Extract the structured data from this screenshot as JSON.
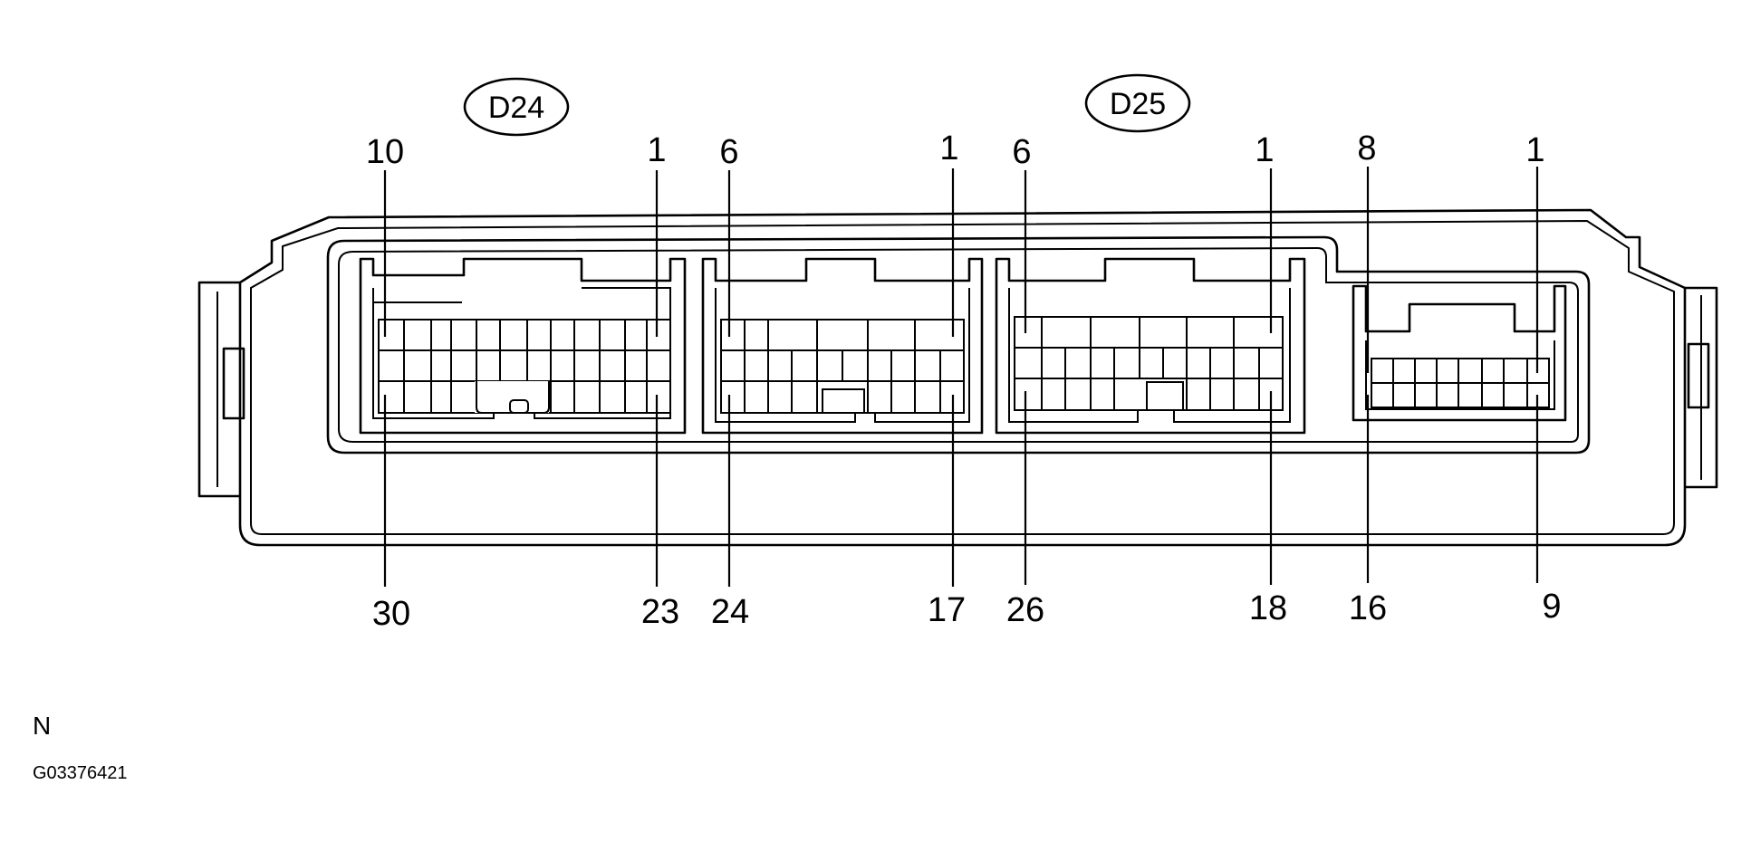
{
  "connectors": [
    {
      "tag": "D24"
    },
    {
      "tag": "D25"
    }
  ],
  "pin_labels": {
    "top": [
      "10",
      "1",
      "6",
      "1",
      "6",
      "1",
      "8",
      "1"
    ],
    "bottom": [
      "30",
      "23",
      "24",
      "17",
      "26",
      "18",
      "16",
      "9"
    ]
  },
  "footer": {
    "view_mark": "N",
    "figure_code": "G03376421"
  }
}
